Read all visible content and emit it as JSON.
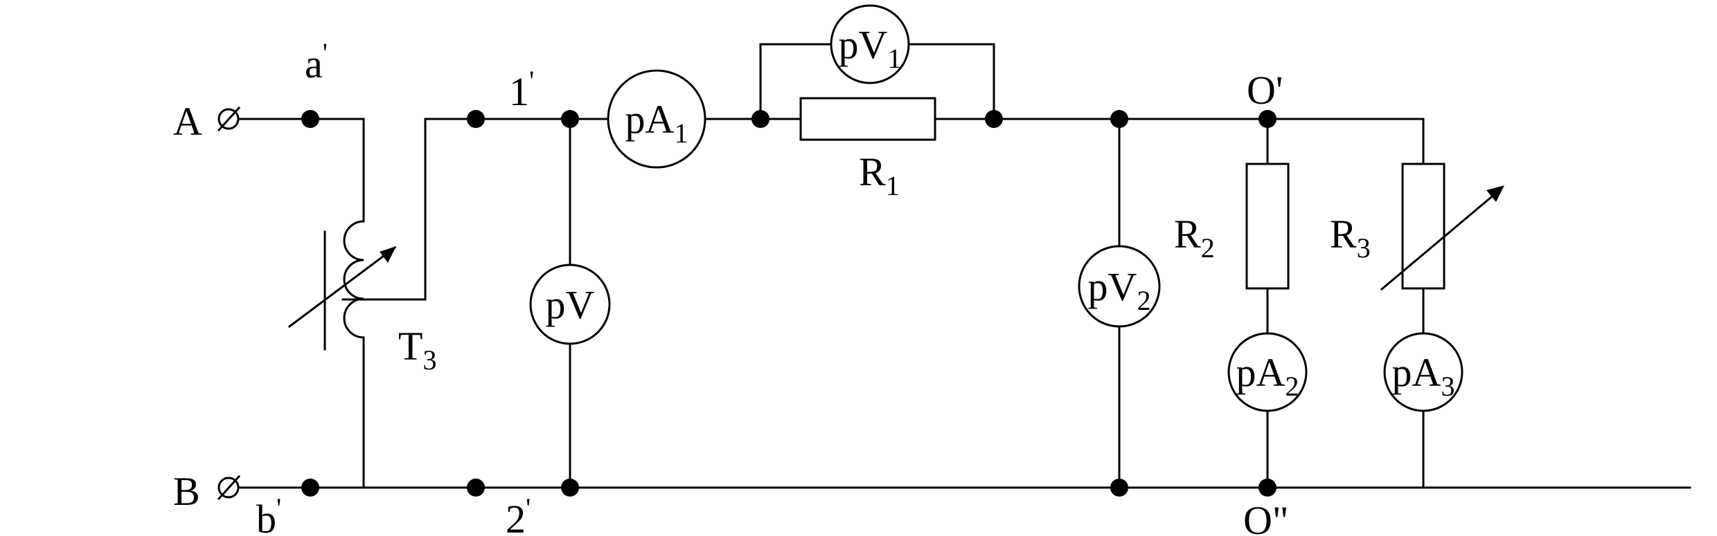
{
  "terminals": {
    "A": "A",
    "B": "B",
    "a_prime": "a",
    "b_prime": "b",
    "n1_prime": "1",
    "n2_prime": "2",
    "prime_mark": "'",
    "O_prime": "O'",
    "O_double": "O\""
  },
  "components": {
    "transformer": {
      "main": "T",
      "sub": "3"
    },
    "R1": {
      "main": "R",
      "sub": "1"
    },
    "R2": {
      "main": "R",
      "sub": "2"
    },
    "R3": {
      "main": "R",
      "sub": "3"
    }
  },
  "meters": {
    "pV": {
      "main": "pV",
      "sub": ""
    },
    "pV1": {
      "main": "pV",
      "sub": "1"
    },
    "pV2": {
      "main": "pV",
      "sub": "2"
    },
    "pA1": {
      "main": "pA",
      "sub": "1"
    },
    "pA2": {
      "main": "pA",
      "sub": "2"
    },
    "pA3": {
      "main": "pA",
      "sub": "3"
    }
  }
}
